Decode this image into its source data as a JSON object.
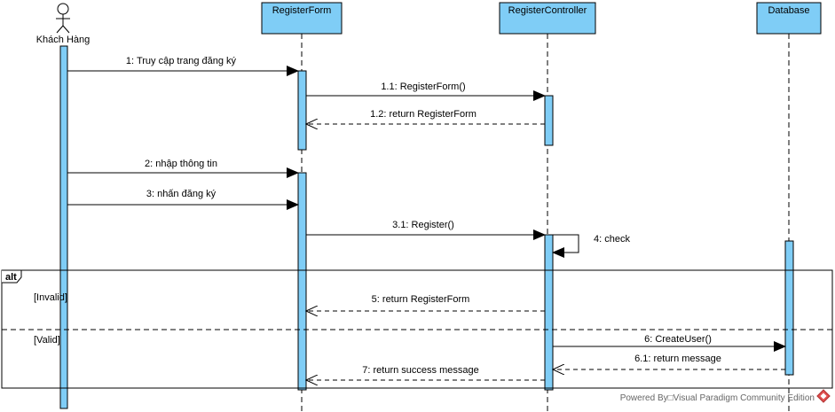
{
  "actor": {
    "name": "Khách Hàng"
  },
  "lifelines": {
    "form": "RegisterForm",
    "controller": "RegisterController",
    "database": "Database"
  },
  "messages": {
    "m1": "1: Truy cập trang đăng ký",
    "m11": "1.1: RegisterForm()",
    "m12": "1.2: return RegisterForm",
    "m2": "2: nhập thông tin",
    "m3": "3: nhấn đăng ký",
    "m31": "3.1: Register()",
    "m4": "4: check",
    "m5": "5: return RegisterForm",
    "m6": "6: CreateUser()",
    "m61": "6.1: return message",
    "m7": "7: return success message"
  },
  "fragment": {
    "operator": "alt",
    "guard_invalid": "[Invalid]",
    "guard_valid": "[Valid]"
  },
  "footer": {
    "credit": "Powered By□Visual Paradigm Community Edition"
  },
  "colors": {
    "header_fill": "#7fcdf6",
    "activation_fill": "#7fcdf6",
    "line": "#000000",
    "footer_text": "#666666"
  }
}
